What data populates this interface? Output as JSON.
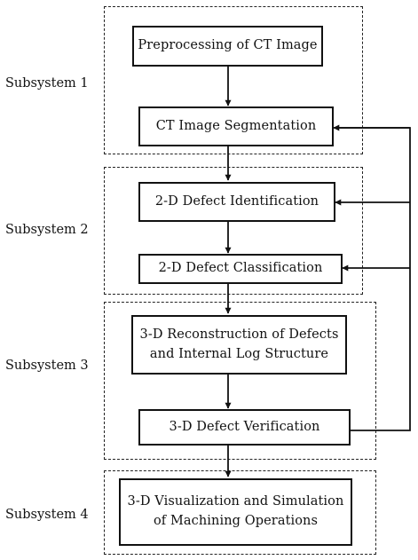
{
  "subsystems": [
    {
      "label": "Subsystem 1"
    },
    {
      "label": "Subsystem 2"
    },
    {
      "label": "Subsystem 3"
    },
    {
      "label": "Subsystem 4"
    }
  ],
  "nodes": [
    {
      "lines": [
        "Preprocessing of CT Image"
      ]
    },
    {
      "lines": [
        "CT Image Segmentation"
      ]
    },
    {
      "lines": [
        "2-D Defect Identification"
      ]
    },
    {
      "lines": [
        "2-D Defect Classification"
      ]
    },
    {
      "lines": [
        "3-D Reconstruction of Defects",
        "and Internal Log Structure"
      ]
    },
    {
      "lines": [
        "3-D  Defect Verification"
      ]
    },
    {
      "lines": [
        "3-D Visualization and Simulation",
        "of Machining Operations"
      ]
    }
  ],
  "colors": {
    "stroke": "#111111",
    "background": "#ffffff"
  }
}
